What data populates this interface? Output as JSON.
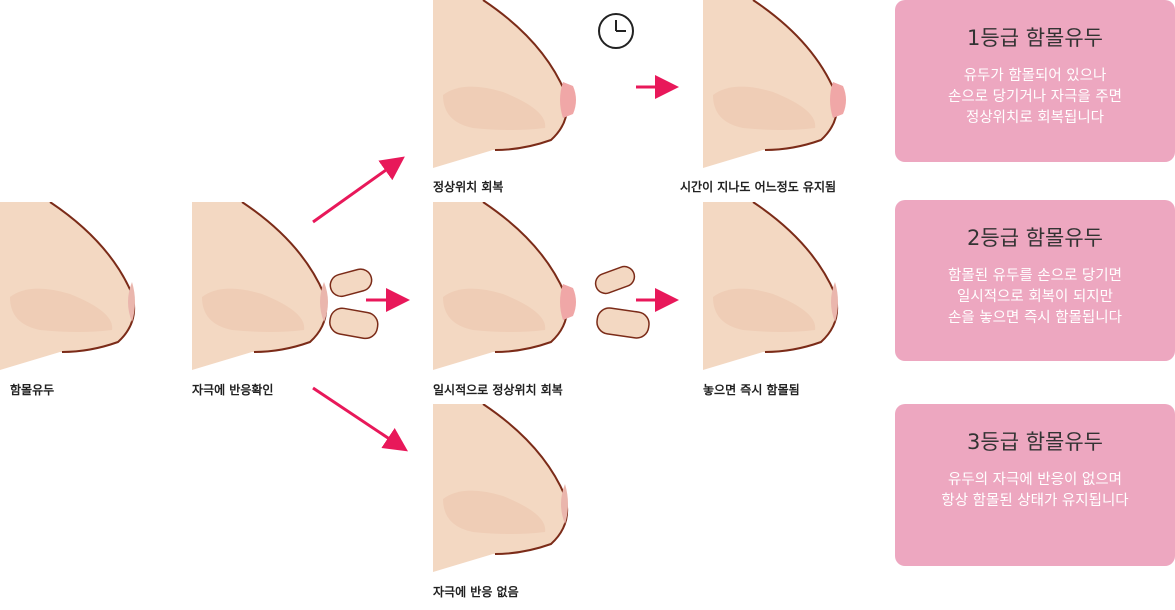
{
  "colors": {
    "skin": "#f3d8c2",
    "areola": "#eab6ad",
    "nipple": "#f0a7a7",
    "outline": "#7b2b18",
    "arrow": "#e8185a",
    "card": "#eda7c0"
  },
  "captions": {
    "p1": "함몰유두",
    "p2": "자극에 반응확인",
    "p3": "정상위치 회복",
    "p4": "일시적으로 정상위치 회복",
    "p5": "자극에 반응 없음",
    "p6": "시간이 지나도 어느정도 유지됨",
    "p7": "놓으면 즉시 함몰됨"
  },
  "grades": [
    {
      "title": "1등급 함몰유두",
      "lines": [
        "유두가 함몰되어 있으나",
        "손으로 당기거나 자극을 주면",
        "정상위치로 회복됩니다"
      ]
    },
    {
      "title": "2등급 함몰유두",
      "lines": [
        "함몰된 유두를 손으로 당기면",
        "일시적으로 회복이 되지만",
        "손을 놓으면 즉시 함몰됩니다"
      ]
    },
    {
      "title": "3등급 함몰유두",
      "lines": [
        "유두의 자극에 반응이 없으며",
        "항상 함몰된 상태가 유지됩니다"
      ]
    }
  ],
  "icons": {
    "clock": "clock-icon"
  }
}
